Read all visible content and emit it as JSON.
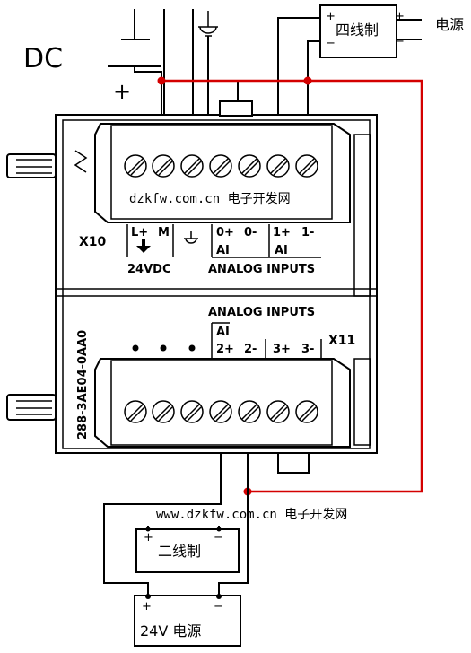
{
  "labels": {
    "dc": "DC",
    "power_top": "电源",
    "four_wire": "四线制",
    "two_wire": "二线制",
    "power_bottom": "24V 电源",
    "x10": "X10",
    "x11": "X11",
    "top_l_plus": "L+",
    "top_m": "M",
    "vdc": "24VDC",
    "top_ch": [
      "0+",
      "0-",
      "1+",
      "1-"
    ],
    "ai": "AI",
    "analog_inputs_top": "ANALOG INPUTS",
    "analog_inputs_bottom": "ANALOG INPUTS",
    "bot_ch": [
      "2+",
      "2-",
      "3+",
      "3-"
    ],
    "part_number": "288-3AE04-0AA0",
    "watermark_top": "dzkfw.com.cn  电子开发网",
    "watermark_bottom": "www.dzkfw.com.cn    电子开发网"
  },
  "signs": {
    "plus": "+",
    "minus": "−",
    "plus_big": "+"
  },
  "colors": {
    "wire": "#000000",
    "loop": "#d40000"
  }
}
